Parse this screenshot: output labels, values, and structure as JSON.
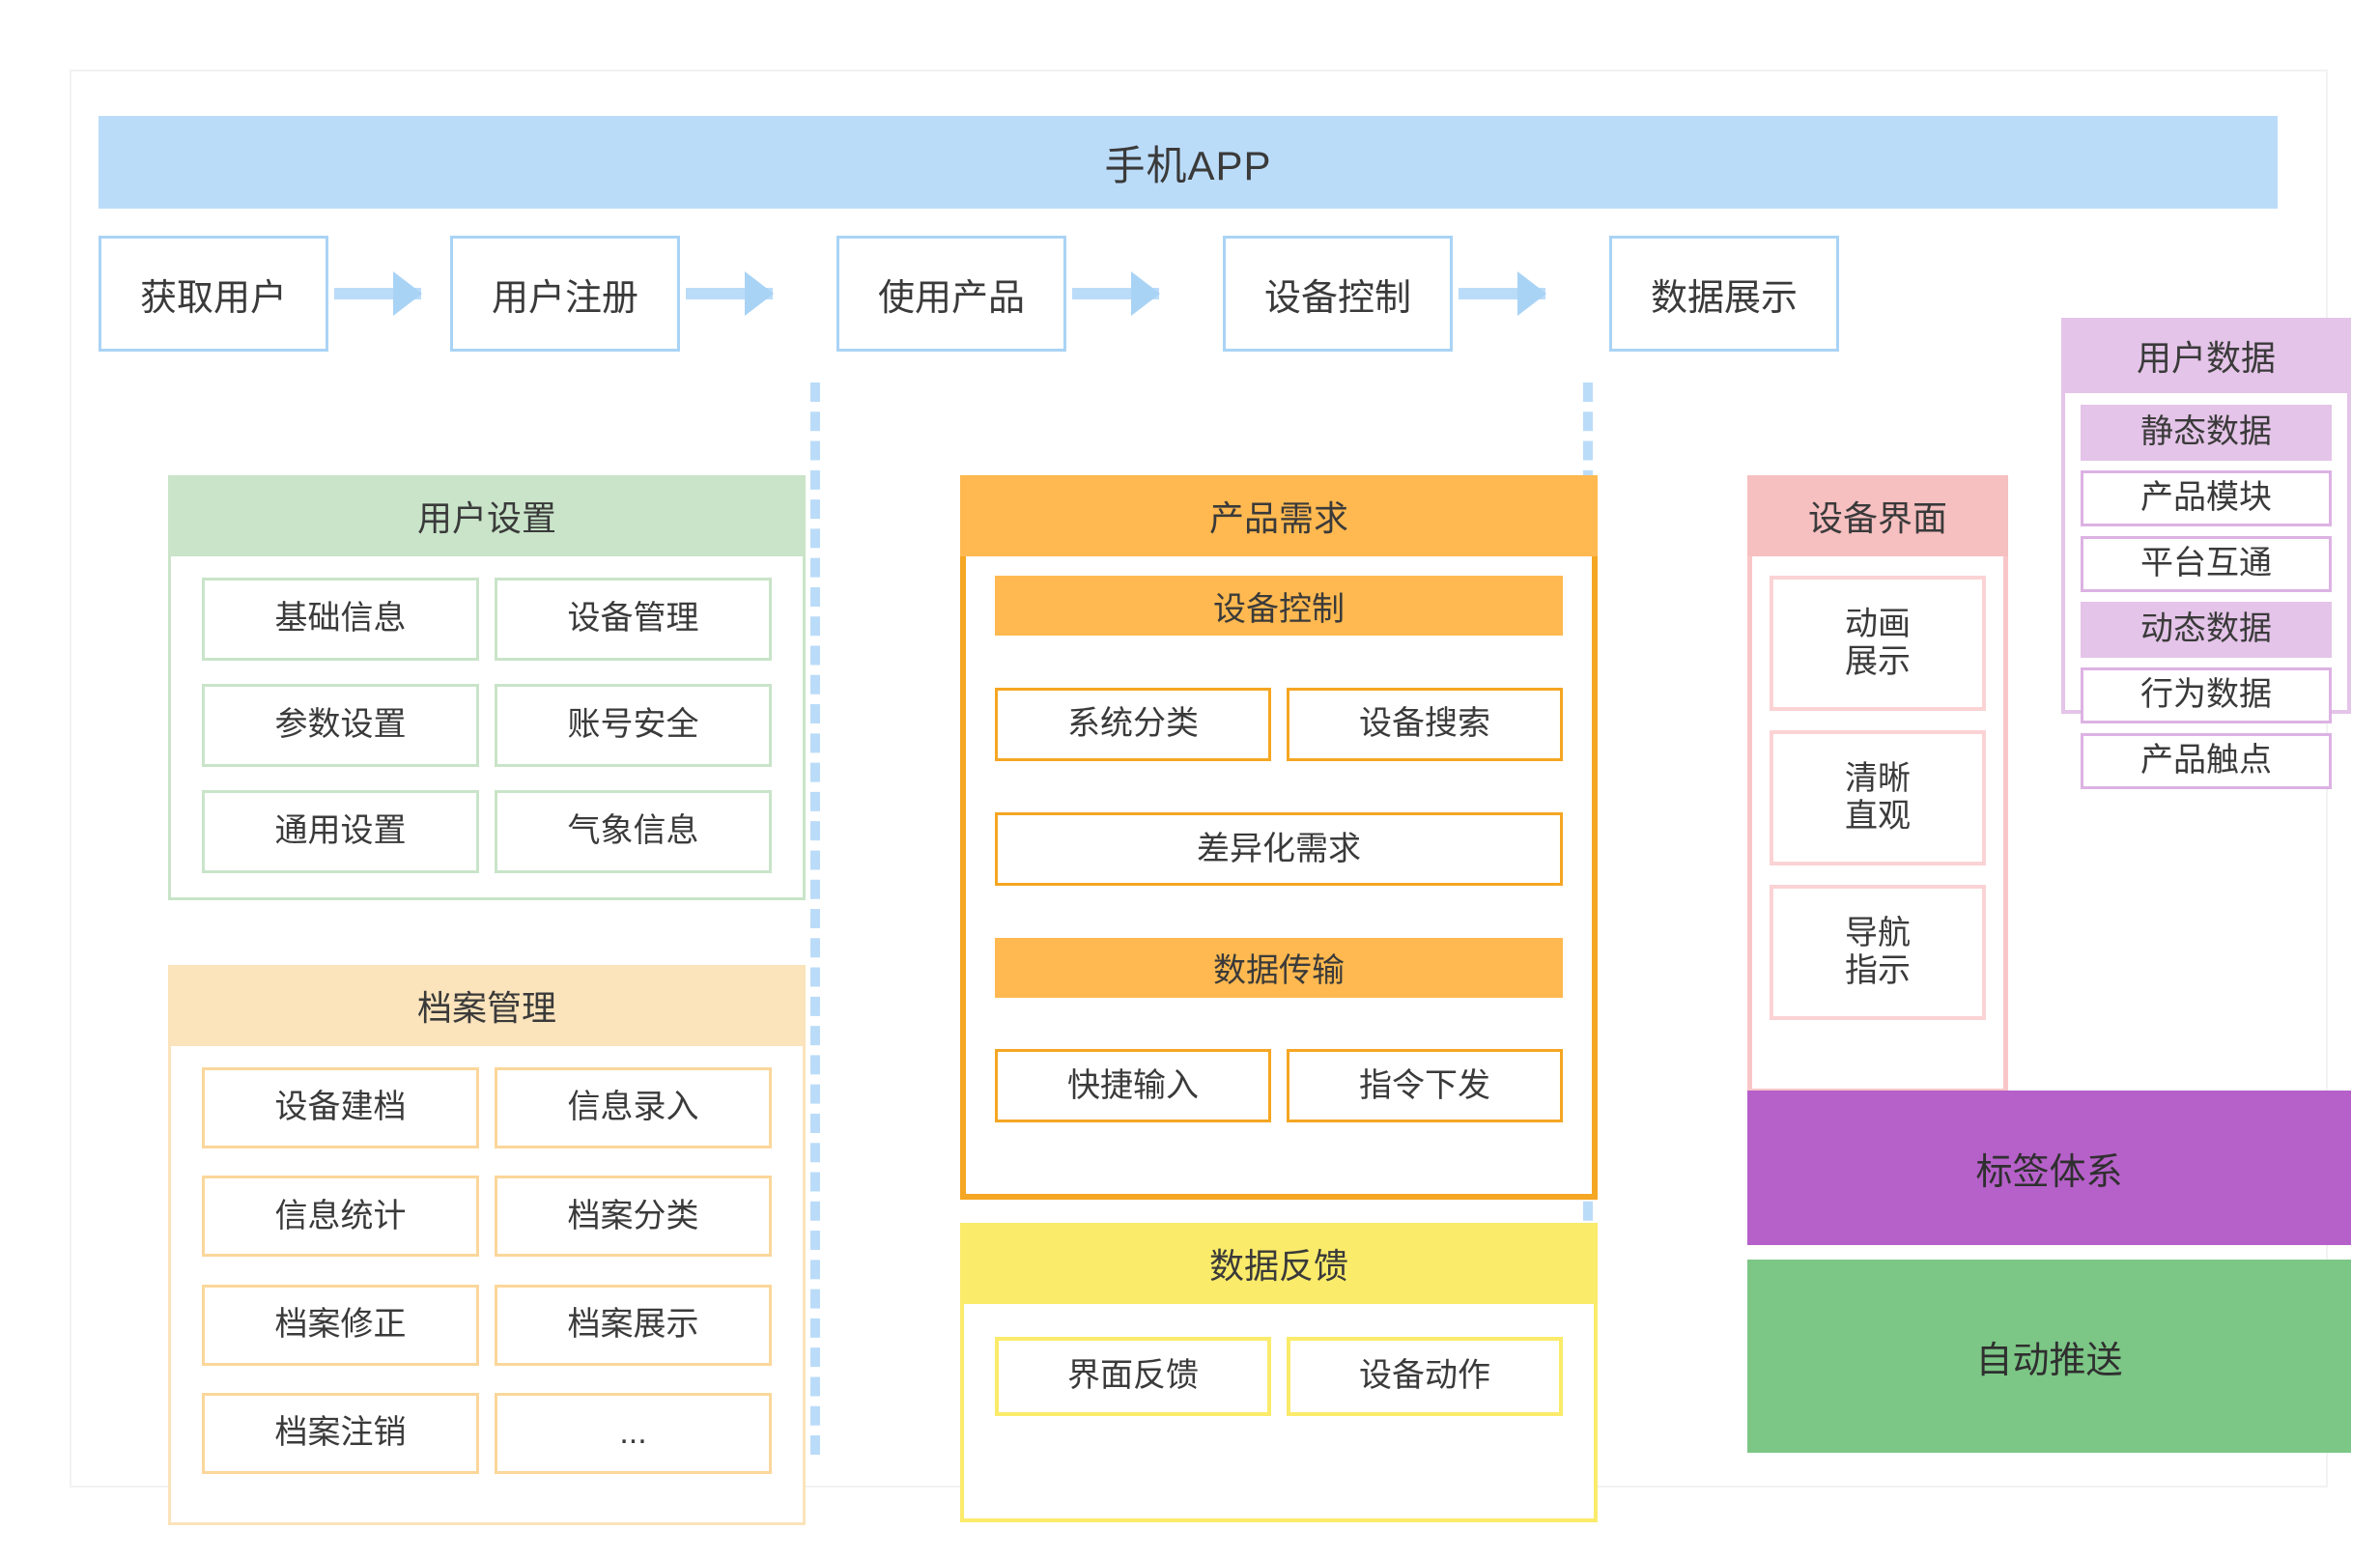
{
  "header": {
    "title": "手机APP"
  },
  "flow": {
    "steps": [
      {
        "label": "获取用户"
      },
      {
        "label": "用户注册"
      },
      {
        "label": "使用产品"
      },
      {
        "label": "设备控制"
      },
      {
        "label": "数据展示"
      }
    ]
  },
  "user_settings": {
    "title": "用户设置",
    "items": [
      "基础信息",
      "设备管理",
      "参数设置",
      "账号安全",
      "通用设置",
      "气象信息"
    ]
  },
  "archive": {
    "title": "档案管理",
    "items": [
      "设备建档",
      "信息录入",
      "信息统计",
      "档案分类",
      "档案修正",
      "档案展示",
      "档案注销",
      "..."
    ]
  },
  "product_req": {
    "title": "产品需求",
    "sub1": "设备控制",
    "sub1_items": [
      "系统分类",
      "设备搜索"
    ],
    "sub1_full": "差异化需求",
    "sub2": "数据传输",
    "sub2_items": [
      "快捷输入",
      "指令下发"
    ]
  },
  "data_feedback": {
    "title": "数据反馈",
    "items": [
      "界面反馈",
      "设备动作"
    ]
  },
  "device_ui": {
    "title": "设备界面",
    "items": [
      "动画\n展示",
      "清晰\n直观",
      "导航\n指示"
    ]
  },
  "user_data": {
    "title": "用户数据",
    "items": [
      {
        "label": "静态数据",
        "filled": true
      },
      {
        "label": "产品模块",
        "filled": false
      },
      {
        "label": "平台互通",
        "filled": false
      },
      {
        "label": "动态数据",
        "filled": true
      },
      {
        "label": "行为数据",
        "filled": false
      },
      {
        "label": "产品触点",
        "filled": false
      }
    ]
  },
  "tag_system": {
    "label": "标签体系"
  },
  "auto_push": {
    "label": "自动推送"
  },
  "colors": {
    "header_blue": "#bbdcf9",
    "flow_border": "#a9d3f5",
    "green": "#c9e4c9",
    "cream": "#fbe3bb",
    "cream_border": "#fbd79b",
    "orange": "#ffb950",
    "orange_border": "#f5a623",
    "yellow": "#fbeb6a",
    "pink": "#f6bfc0",
    "pink_light": "#fbd3d5",
    "purple_light": "#e4c4e8",
    "purple_solid": "#b660c9",
    "green_solid": "#7cc686"
  }
}
